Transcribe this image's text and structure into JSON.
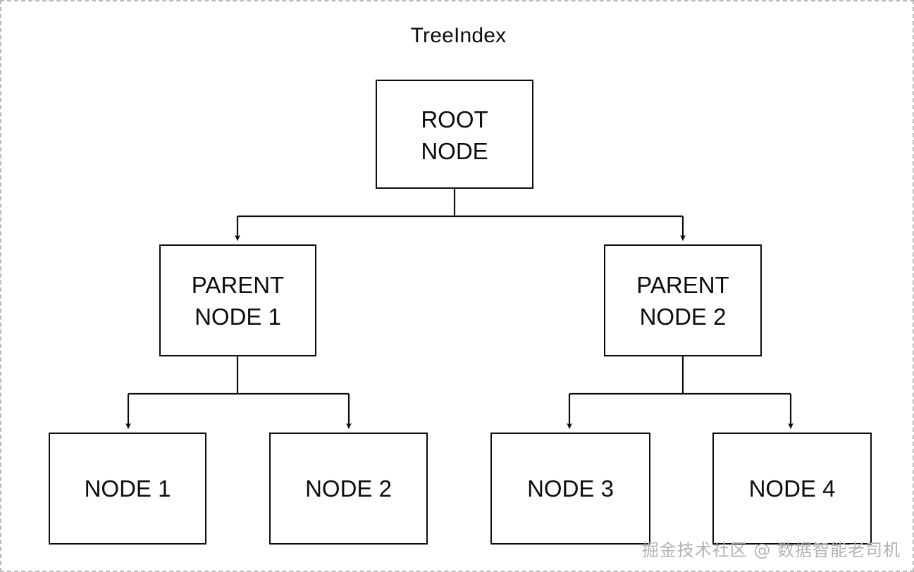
{
  "diagram": {
    "title": "TreeIndex",
    "type": "tree",
    "background_color": "#ffffff",
    "stroke_color": "#0d0d0d",
    "canvas_border_color": "#b9b9b9",
    "nodes": [
      {
        "id": "root",
        "label_line_1": "ROOT",
        "label_line_2": "NODE",
        "level": 0
      },
      {
        "id": "parent-1",
        "label_line_1": "PARENT",
        "label_line_2": "NODE 1",
        "level": 1
      },
      {
        "id": "parent-2",
        "label_line_1": "PARENT",
        "label_line_2": "NODE 2",
        "level": 1
      },
      {
        "id": "leaf-1",
        "label_line_1": "NODE 1",
        "label_line_2": "",
        "level": 2
      },
      {
        "id": "leaf-2",
        "label_line_1": "NODE 2",
        "label_line_2": "",
        "level": 2
      },
      {
        "id": "leaf-3",
        "label_line_1": "NODE 3",
        "label_line_2": "",
        "level": 2
      },
      {
        "id": "leaf-4",
        "label_line_1": "NODE 4",
        "label_line_2": "",
        "level": 2
      }
    ],
    "edges": [
      {
        "from": "root",
        "to": "parent-1",
        "arrow": true
      },
      {
        "from": "root",
        "to": "parent-2",
        "arrow": true
      },
      {
        "from": "parent-1",
        "to": "leaf-1",
        "arrow": true
      },
      {
        "from": "parent-1",
        "to": "leaf-2",
        "arrow": true
      },
      {
        "from": "parent-2",
        "to": "leaf-3",
        "arrow": true
      },
      {
        "from": "parent-2",
        "to": "leaf-4",
        "arrow": true
      }
    ]
  },
  "watermark": {
    "text": "掘金技术社区 @ 数据智能老司机"
  }
}
